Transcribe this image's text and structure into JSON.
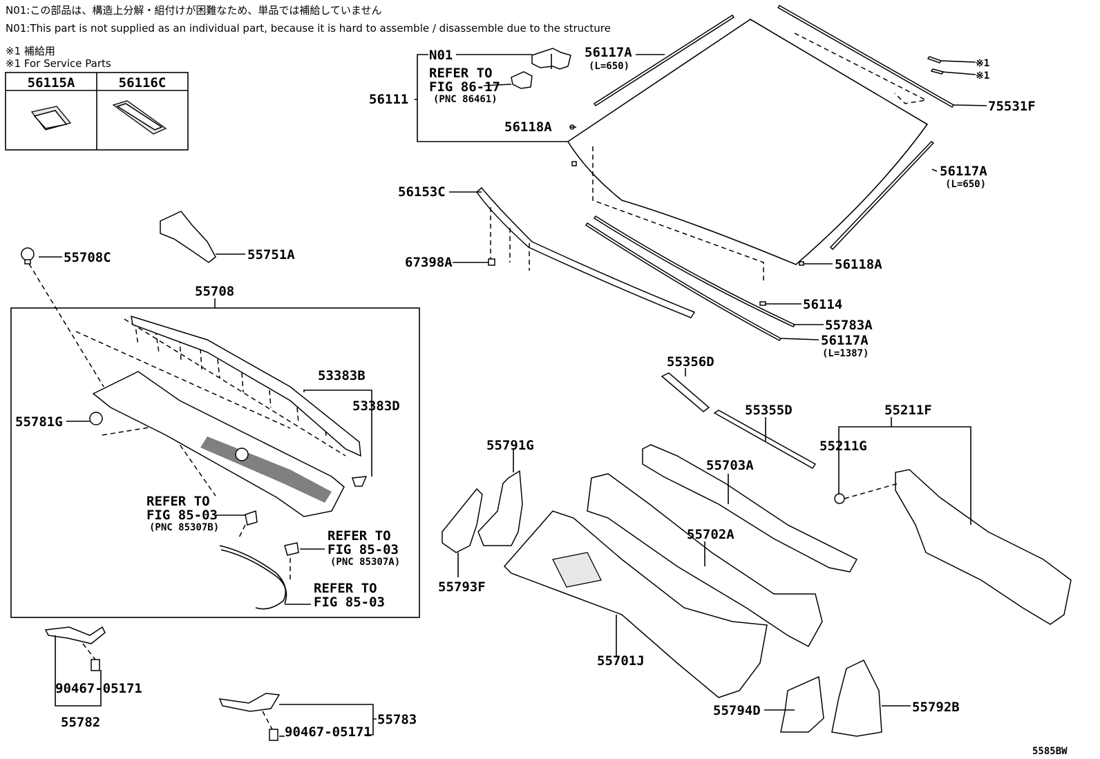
{
  "notes": {
    "n01_jp": "N01:この部品は、構造上分解・組付けが困難なため、単品では補給していません",
    "n01_en": "N01:This part is not supplied as an individual part, because it is hard to assemble / disassemble due to the structure",
    "service_jp": "※1 補給用",
    "service_en": "※1 For Service Parts"
  },
  "service_table": {
    "col1": "56115A",
    "col2": "56116C"
  },
  "labels": {
    "n01": "N01",
    "refer_86_17_a": "REFER TO",
    "refer_86_17_b": "FIG 86-17",
    "refer_86_17_c": "(PNC 86461)",
    "p56111": "56111",
    "p56117A_top": "56117A",
    "l650_top": "(L=650)",
    "mark1_a": "※1",
    "mark1_b": "※1",
    "p75531F": "75531F",
    "p56118A_left": "56118A",
    "p56117A_right": "56117A",
    "l650_right": "(L=650)",
    "p56153C": "56153C",
    "p67398A": "67398A",
    "p56118A_right": "56118A",
    "p56114": "56114",
    "p55783A": "55783A",
    "p56117A_bottom": "56117A",
    "l1387": "(L=1387)",
    "p55708C": "55708C",
    "p55751A": "55751A",
    "p55708": "55708",
    "p53383B": "53383B",
    "p53383D": "53383D",
    "p55781G": "55781G",
    "refer_b1": "REFER TO",
    "refer_b2": "FIG 85-03",
    "refer_b3": "(PNC 85307B)",
    "refer_a1": "REFER TO",
    "refer_a2": "FIG 85-03",
    "refer_a3": "(PNC 85307A)",
    "refer_c1": "REFER TO",
    "refer_c2": "FIG 85-03",
    "p55356D": "55356D",
    "p55355D": "55355D",
    "p55211F": "55211F",
    "p55211G": "55211G",
    "p55791G": "55791G",
    "p55703A": "55703A",
    "p55702A": "55702A",
    "p55793F": "55793F",
    "p55701J": "55701J",
    "p90467_a": "90467-05171",
    "p55782": "55782",
    "p90467_b": "90467-05171",
    "p55783": "55783",
    "p55794D": "55794D",
    "p55792B": "55792B",
    "code": "5585BW"
  }
}
